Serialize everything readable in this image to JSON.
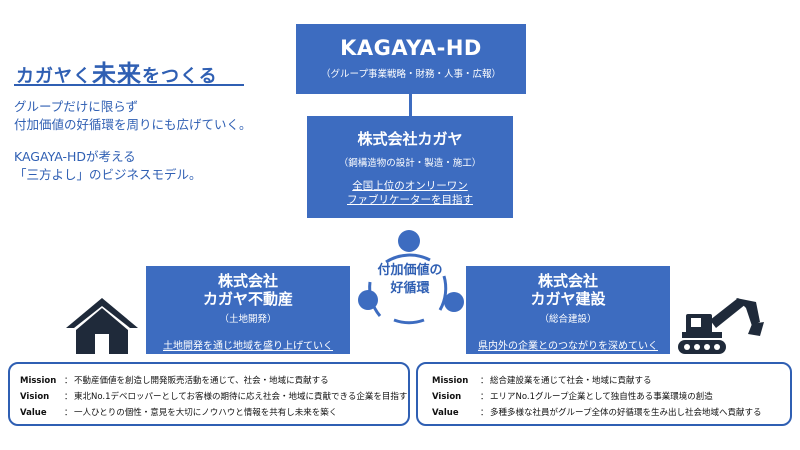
{
  "slogan": {
    "pre": "カガヤく",
    "emph": "未来",
    "post": "をつくる"
  },
  "intro": {
    "line1": "グループだけに限らず",
    "line2": "付加価値の好循環を周りにも広げていく。",
    "line3": "KAGAYA-HDが考える",
    "line4": "「三方よし」のビジネスモデル。"
  },
  "hd": {
    "title": "KAGAYA-HD",
    "subtitle": "（グループ事業戦略・財務・人事・広報）"
  },
  "kagaya": {
    "title": "株式会社カガヤ",
    "subtitle": "（鋼構造物の設計・製造・施工）",
    "goal_line1": "全国上位のオンリーワン",
    "goal_line2": "ファブリケーターを目指す"
  },
  "cycle": {
    "line1": "付加価値の",
    "line2": "好循環"
  },
  "fudosan": {
    "title_line1": "株式会社",
    "title_line2": "カガヤ不動産",
    "subtitle": "（土地開発）",
    "goal": "土地開発を通じ地域を盛り上げていく"
  },
  "kensetsu": {
    "title_line1": "株式会社",
    "title_line2": "カガヤ建設",
    "subtitle": "（総合建設）",
    "goal": "県内外の企業とのつながりを深めていく"
  },
  "left_panel": {
    "mission_key": "Mission",
    "mission": "不動産価値を創造し開発販売活動を通じて、社会・地域に貢献する",
    "vision_key": "Vision",
    "vision": "東北No.1デベロッパーとしてお客様の期待に応え社会・地域に貢献できる企業を目指す",
    "value_key": "Value",
    "value": "一人ひとりの個性・意見を大切にノウハウと情報を共有し未来を築く"
  },
  "right_panel": {
    "mission_key": "Mission",
    "mission": "総合建設業を通じて社会・地域に貢献する",
    "vision_key": "Vision",
    "vision": "エリアNo.1グループ企業として独自性ある事業環境の創造",
    "value_key": "Value",
    "value": "多種多様な社員がグループ全体の好循環を生み出し社会地域へ貢献する"
  },
  "colon": "：",
  "colors": {
    "primary": "#3d6cc0",
    "accent": "#2f5fb3",
    "icon": "#1f2a3a"
  },
  "icons": [
    "house-icon",
    "excavator-icon",
    "cycle-icon"
  ]
}
